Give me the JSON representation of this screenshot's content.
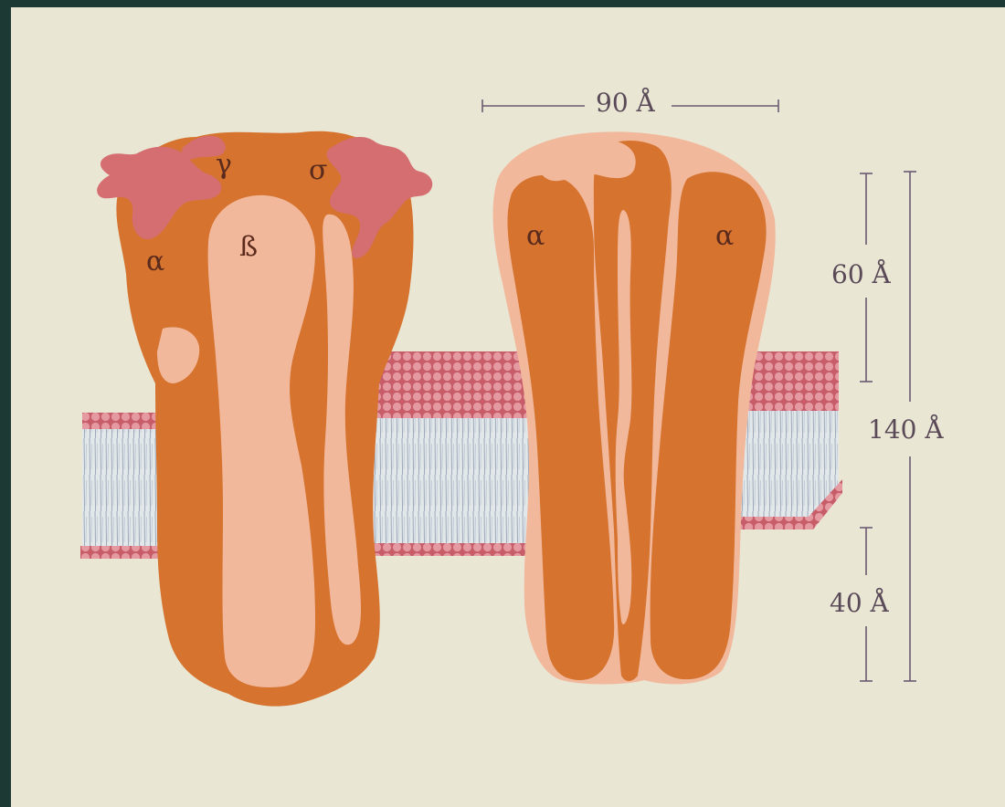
{
  "subunits": {
    "left_alpha": "α",
    "gamma": "γ",
    "delta": "σ",
    "beta": "ß",
    "right_alpha_1": "α",
    "right_alpha_2": "α"
  },
  "dimensions": {
    "width": "90 Å",
    "upper": "60 Å",
    "total": "140 Å",
    "lower": "40 Å"
  },
  "colors": {
    "background": "#e9e6d4",
    "frame": "#1c3a33",
    "protein_dark": "#d5732f",
    "protein_light": "#f2b89c",
    "glycosylation": "#d56e70",
    "lipid_head": "#d87c86",
    "lipid_tail": "#d9dfe3"
  }
}
